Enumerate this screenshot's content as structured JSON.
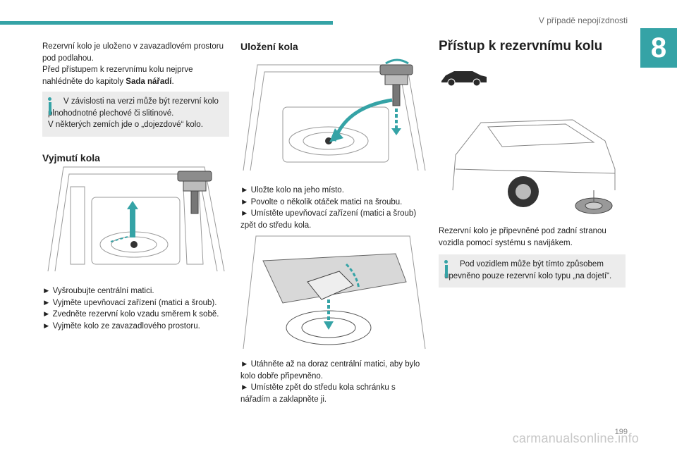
{
  "header": {
    "section_title": "V případě nepojízdnosti",
    "chapter_number": "8"
  },
  "footer": {
    "page_number": "199",
    "watermark": "carmanualsonline.info"
  },
  "col1": {
    "intro_line1": "Rezervní kolo je uloženo v zavazadlovém prostoru pod podlahou.",
    "intro_line2_pre": "Před přístupem k rezervnímu kolu nejprve nahlédněte do kapitoly ",
    "intro_line2_bold": "Sada nářadí",
    "intro_line2_post": ".",
    "info_text_1": "V závislosti na verzi může být rezervní kolo plnohodnotné plechové či slitinové.",
    "info_text_2": "V některých zemích jde o „dojezdové“ kolo.",
    "heading": "Vyjmutí kola",
    "steps": [
      "► Vyšroubujte centrální matici.",
      "► Vyjměte upevňovací zařízení (matici a šroub).",
      "► Zvedněte rezervní kolo vzadu směrem k sobě.",
      "► Vyjměte kolo ze zavazadlového prostoru."
    ]
  },
  "col2": {
    "heading": "Uložení kola",
    "steps_a": [
      "► Uložte kolo na jeho místo.",
      "► Povolte o několik otáček matici na šroubu.",
      "► Umístěte upevňovací zařízení (matici a šroub) zpět do středu kola."
    ],
    "steps_b": [
      "► Utáhněte až na doraz centrální matici, aby bylo kolo dobře připevněno.",
      "► Umístěte zpět do středu kola schránku s nářadím a zaklapněte ji."
    ]
  },
  "col3": {
    "heading": "Přístup k rezervnímu kolu",
    "body": "Rezervní kolo je připevněné pod zadní stranou vozidla pomocí systému s navijákem.",
    "info_text": "Pod vozidlem může být tímto způsobem upevněno pouze rezervní kolo typu „na dojetí“."
  },
  "colors": {
    "accent": "#35a3a6",
    "info_bg": "#ececec",
    "text": "#1f1f1f"
  }
}
